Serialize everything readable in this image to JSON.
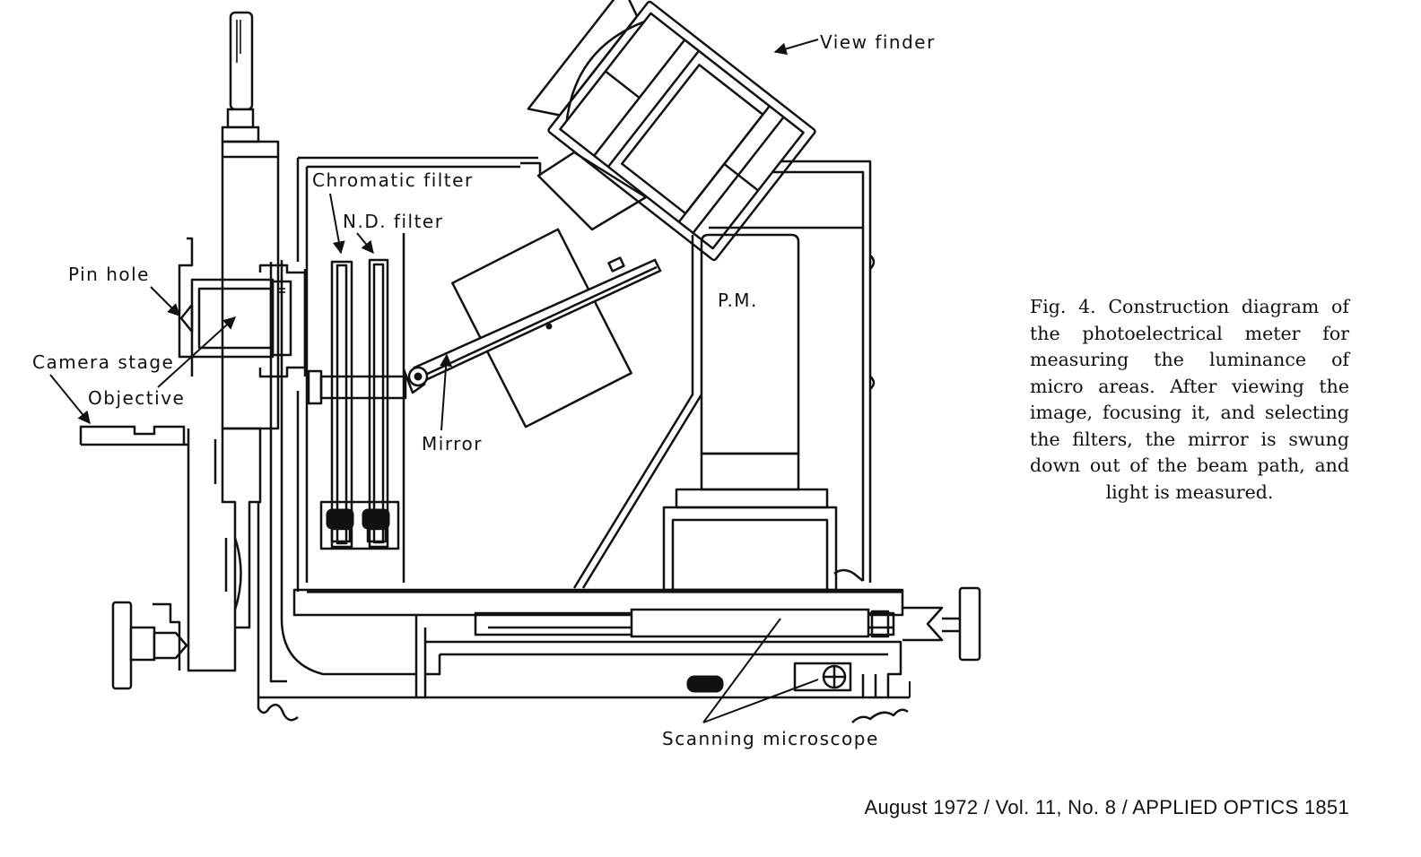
{
  "labels": {
    "view_finder": "View finder",
    "chromatic_filter": "Chromatic filter",
    "nd_filter": "N.D. filter",
    "pin_hole": "Pin hole",
    "camera_stage": "Camera stage",
    "objective": "Objective",
    "mirror": "Mirror",
    "pm": "P.M.",
    "scanning_microscope": "Scanning microscope"
  },
  "caption": "Fig. 4.  Construction diagram of the photoelectrical meter for measuring the luminance of micro areas.  After viewing the image, focusing it, and selecting the filters, the mirror is swung down out of the beam path, and light is measured.",
  "footer": "August 1972 / Vol. 11, No. 8 / APPLIED OPTICS   1851"
}
